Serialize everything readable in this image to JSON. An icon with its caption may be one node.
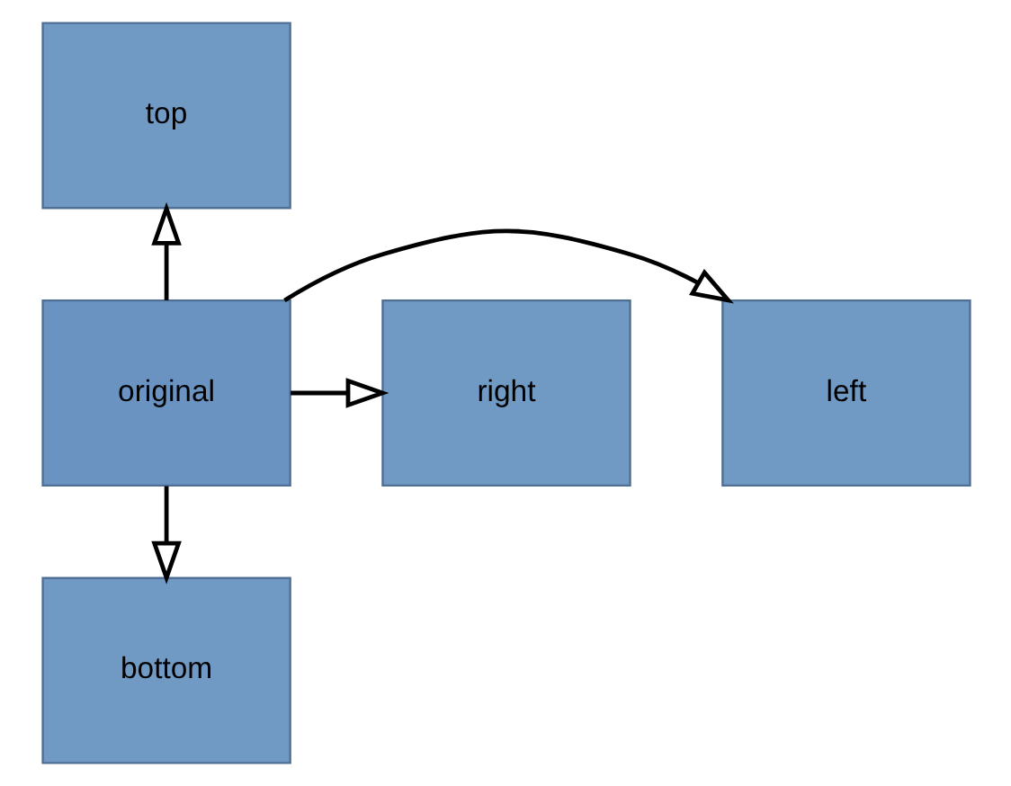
{
  "diagram": {
    "nodes": [
      {
        "text": [
          "top"
        ]
      },
      {
        "text": [
          "left"
        ]
      },
      {
        "text": [
          "original"
        ]
      },
      {
        "text": [
          "right"
        ]
      },
      {
        "text": [
          "bottom"
        ]
      }
    ],
    "edges": [
      {
        "from": 2,
        "to": 0,
        "arrow": "to"
      },
      {
        "from": 2,
        "to": 1,
        "arrow": "to"
      },
      {
        "from": 2,
        "to": 3,
        "arrow": "to"
      },
      {
        "from": 2,
        "to": 4,
        "arrow": "to"
      }
    ]
  }
}
